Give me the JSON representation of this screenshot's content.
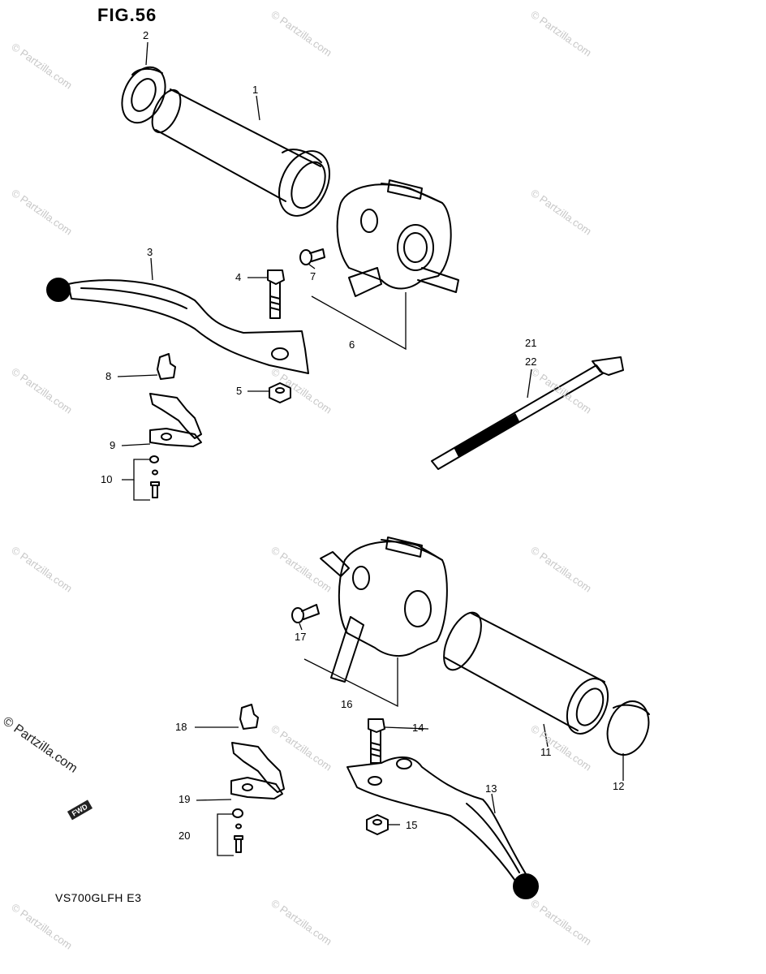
{
  "figure": {
    "title": "FIG.56",
    "model_code": "VS700GLFH  E3",
    "fwd_label": "FWD"
  },
  "watermark": {
    "text": "© Partzilla.com",
    "corner_text": "© Partzilla.com"
  },
  "callouts": [
    {
      "id": "c1",
      "text": "1"
    },
    {
      "id": "c2",
      "text": "2"
    },
    {
      "id": "c3",
      "text": "3"
    },
    {
      "id": "c4",
      "text": "4"
    },
    {
      "id": "c5",
      "text": "5"
    },
    {
      "id": "c6",
      "text": "6"
    },
    {
      "id": "c7",
      "text": "7"
    },
    {
      "id": "c8",
      "text": "8"
    },
    {
      "id": "c9",
      "text": "9"
    },
    {
      "id": "c10",
      "text": "10"
    },
    {
      "id": "c21",
      "text": "21"
    },
    {
      "id": "c22",
      "text": "22"
    },
    {
      "id": "c11",
      "text": "11"
    },
    {
      "id": "c12",
      "text": "12"
    },
    {
      "id": "c13",
      "text": "13"
    },
    {
      "id": "c14",
      "text": "14"
    },
    {
      "id": "c15",
      "text": "15"
    },
    {
      "id": "c16",
      "text": "16"
    },
    {
      "id": "c17",
      "text": "17"
    },
    {
      "id": "c18",
      "text": "18"
    },
    {
      "id": "c19",
      "text": "19"
    },
    {
      "id": "c20",
      "text": "20"
    }
  ]
}
